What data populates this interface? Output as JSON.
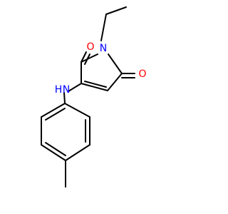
{
  "molecule": {
    "atoms": {
      "o_top": "O",
      "o_right": "O",
      "n_ring": "N",
      "nh_n": "N",
      "nh_h": "H"
    }
  },
  "colors": {
    "bond": "#000000",
    "oxygen": "#ff0000",
    "nitrogen": "#0000ff"
  }
}
